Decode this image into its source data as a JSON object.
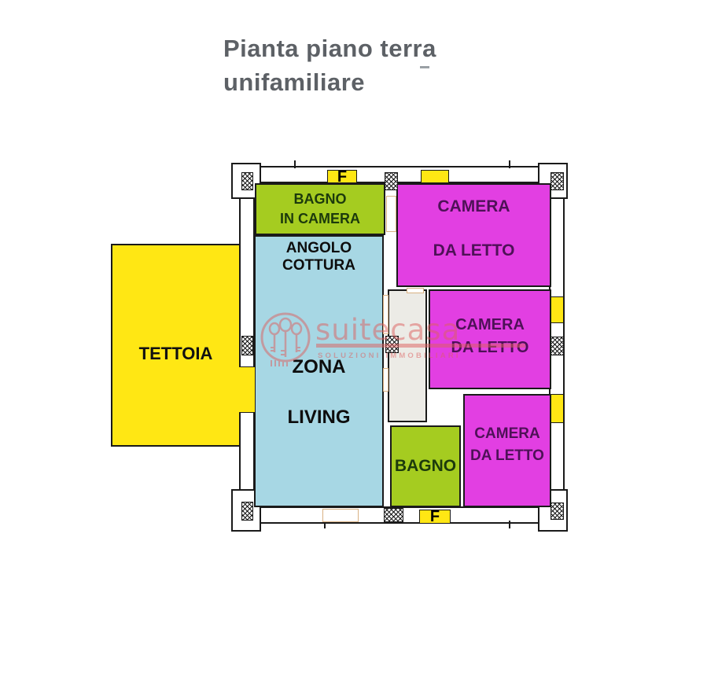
{
  "title": {
    "line1": "Pianta piano terra",
    "line2": "unifamiliare"
  },
  "plan": {
    "rooms": {
      "tettoia": {
        "label": "TETTOIA"
      },
      "bagno_in_camera": {
        "line1": "BAGNO",
        "line2": "IN CAMERA"
      },
      "living": {
        "kitchen_label": "ANGOLO COTTURA",
        "line1": "ZONA",
        "line2": "LIVING"
      },
      "camera_1": {
        "line1": "CAMERA",
        "line2": "DA LETTO"
      },
      "camera_2": {
        "line1": "CAMERA",
        "line2": "DA LETTO"
      },
      "camera_3": {
        "line1": "CAMERA",
        "line2": "DA LETTO"
      },
      "bagno": {
        "label": "BAGNO"
      }
    },
    "fixture_labels": {
      "f_top": "F",
      "f_bottom": "F"
    }
  },
  "watermark": {
    "brand": "suitecasa",
    "tagline": "SOLUZIONI IMMOBILIARI"
  },
  "colors": {
    "wall-line": "#1a1a1a",
    "room-yellow": "#ffe714",
    "room-green": "#a5cc20",
    "room-blue": "#a7d7e4",
    "room-magenta": "#e23fe2",
    "corridor-gray": "#ecebe6",
    "text-dark-green": "#1c3a0c",
    "text-purple": "#4e1157",
    "title-gray": "#5d6166",
    "watermark-red": "#dd5f5f",
    "door-tan": "#d9b183"
  }
}
